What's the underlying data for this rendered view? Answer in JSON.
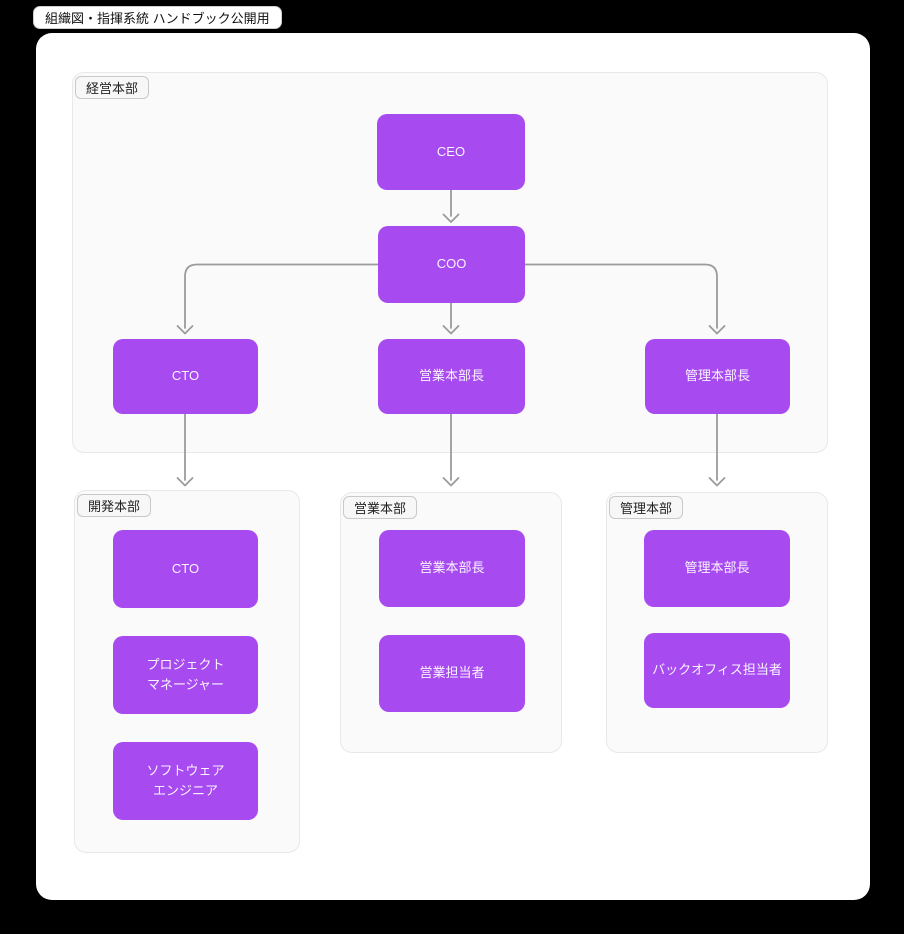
{
  "title": "組織図・指揮系統 ハンドブック公開用",
  "colors": {
    "node_fill": "#A74AF0",
    "node_text": "#FAF5FF",
    "connector": "#9B9B9B",
    "section_bg": "#FAFAFA",
    "section_border": "#E8E8E8",
    "board_bg": "#FFFFFF",
    "canvas_bg": "#000000"
  },
  "sections": {
    "executive": {
      "label": "経営本部",
      "nodes": {
        "ceo": "CEO",
        "coo": "COO",
        "cto": "CTO",
        "sales_head": "営業本部長",
        "admin_head": "管理本部長"
      }
    },
    "development": {
      "label": "開発本部",
      "nodes": {
        "cto": "CTO",
        "pm": "プロジェクト\nマネージャー",
        "engineer": "ソフトウェア\nエンジニア"
      }
    },
    "sales": {
      "label": "営業本部",
      "nodes": {
        "head": "営業本部長",
        "rep": "営業担当者"
      }
    },
    "admin": {
      "label": "管理本部",
      "nodes": {
        "head": "管理本部長",
        "backoffice": "バックオフィス担当者"
      }
    }
  }
}
